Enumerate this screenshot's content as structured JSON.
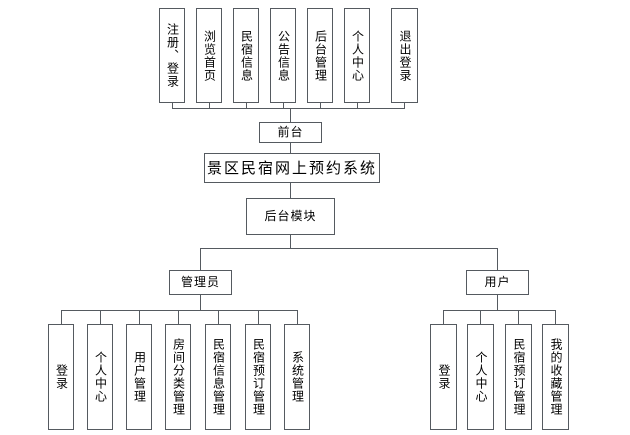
{
  "diagram": {
    "title": "景区民宿网上预约系统",
    "type": "system-function-structure-tree",
    "root": {
      "label": "景区民宿网上预约系统"
    },
    "frontend": {
      "label": "前台",
      "items": [
        {
          "label": "注册、登录"
        },
        {
          "label": "浏览首页"
        },
        {
          "label": "民宿信息"
        },
        {
          "label": "公告信息"
        },
        {
          "label": "后台管理"
        },
        {
          "label": "个人中心"
        },
        {
          "label": "退出登录"
        }
      ]
    },
    "backend": {
      "label": "后台模块",
      "roles": [
        {
          "label": "管理员",
          "items": [
            {
              "label": "登录"
            },
            {
              "label": "个人中心"
            },
            {
              "label": "用户管理"
            },
            {
              "label": "房间分类管理"
            },
            {
              "label": "民宿信息管理"
            },
            {
              "label": "民宿预订管理"
            },
            {
              "label": "系统管理"
            }
          ]
        },
        {
          "label": "用户",
          "items": [
            {
              "label": "登录"
            },
            {
              "label": "个人中心"
            },
            {
              "label": "民宿预订管理"
            },
            {
              "label": "我的收藏管理"
            }
          ]
        }
      ]
    },
    "colors": {
      "background": "#ffffff",
      "box_border": "#555a60",
      "connector": "#555a60",
      "text": "#000000"
    }
  }
}
